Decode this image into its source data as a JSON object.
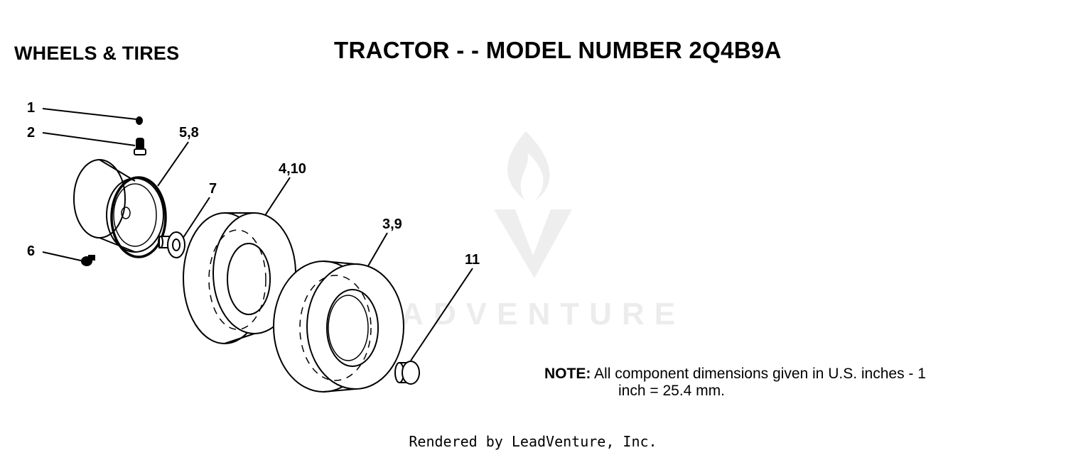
{
  "header": {
    "section_title": "WHEELS & TIRES",
    "page_title": "TRACTOR - - MODEL NUMBER 2Q4B9A"
  },
  "callouts": {
    "c1": "1",
    "c2": "2",
    "c58": "5,8",
    "c410": "4,10",
    "c7": "7",
    "c39": "3,9",
    "c6": "6",
    "c11": "11"
  },
  "note": {
    "label": "NOTE:",
    "line1": "All component dimensions given in U.S. inches - 1",
    "line2": "inch = 25.4 mm."
  },
  "watermark": {
    "text": "LEADVENTURE"
  },
  "footer": {
    "text": "Rendered by LeadVenture, Inc."
  },
  "colors": {
    "ink": "#000000",
    "watermark": "#e6e6e6"
  }
}
